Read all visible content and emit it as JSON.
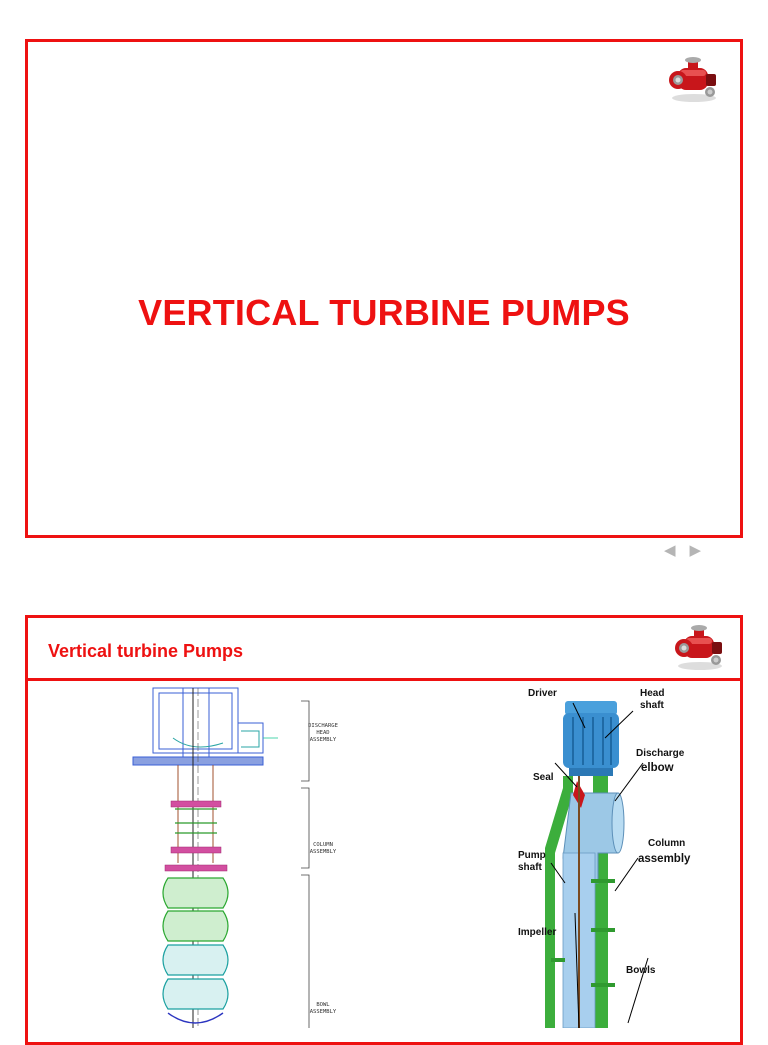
{
  "slide1": {
    "title": "VERTICAL TURBINE PUMPS",
    "logo_icon": "red-pump-icon"
  },
  "navigation": {
    "prev": "◀",
    "next": "▶",
    "prev_icon": "triangle-left-icon",
    "next_icon": "triangle-right-icon"
  },
  "slide2": {
    "title": "Vertical turbine Pumps",
    "logo_icon": "red-pump-icon",
    "cad_labels": {
      "discharge_head": "DISCHARGE\nHEAD\nASSEMBLY",
      "column": "COLUMN\nASSEMBLY",
      "bowl": "BOWL\nASSEMBLY"
    },
    "parts": {
      "driver": "Driver",
      "head_shaft": "Head\nshaft",
      "discharge_line1": "Discharge",
      "discharge_line2": "elbow",
      "seal": "Seal",
      "column_line1": "Column",
      "column_line2": "assembly",
      "pump_shaft": "Pump\nshaft",
      "impeller": "Impeller",
      "bowls": "Bowls"
    }
  },
  "colors": {
    "accent": "#ee1111",
    "motor_blue": "#3a8fd0",
    "column_green": "#3cae3c",
    "pipe_blue": "#9cc8e6"
  }
}
